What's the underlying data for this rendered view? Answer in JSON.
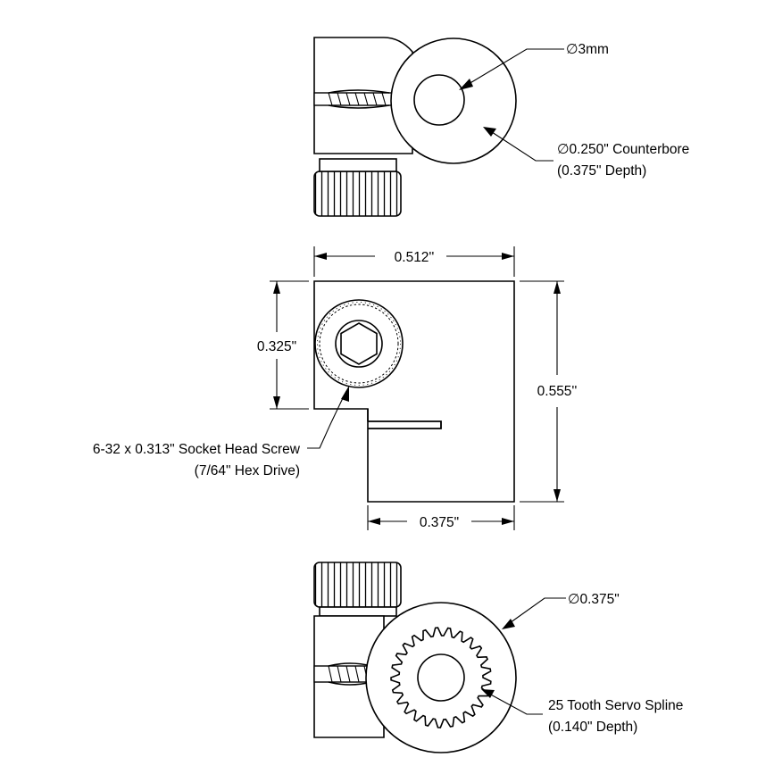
{
  "top_view": {
    "hole_label": "∅3mm",
    "counterbore_label_line1": "∅0.250\" Counterbore",
    "counterbore_label_line2": "(0.375\" Depth)"
  },
  "front_view": {
    "width_label": "0.512''",
    "height_label": "0.555''",
    "screw_height_label": "0.325\"",
    "slot_width_label": "0.375\"",
    "screw_label_line1": "6-32 x 0.313\" Socket Head Screw",
    "screw_label_line2": "(7/64\" Hex Drive)"
  },
  "bottom_view": {
    "diameter_label": "∅0.375\"",
    "spline_label_line1": "25 Tooth Servo Spline",
    "spline_label_line2": "(0.140\" Depth)"
  }
}
